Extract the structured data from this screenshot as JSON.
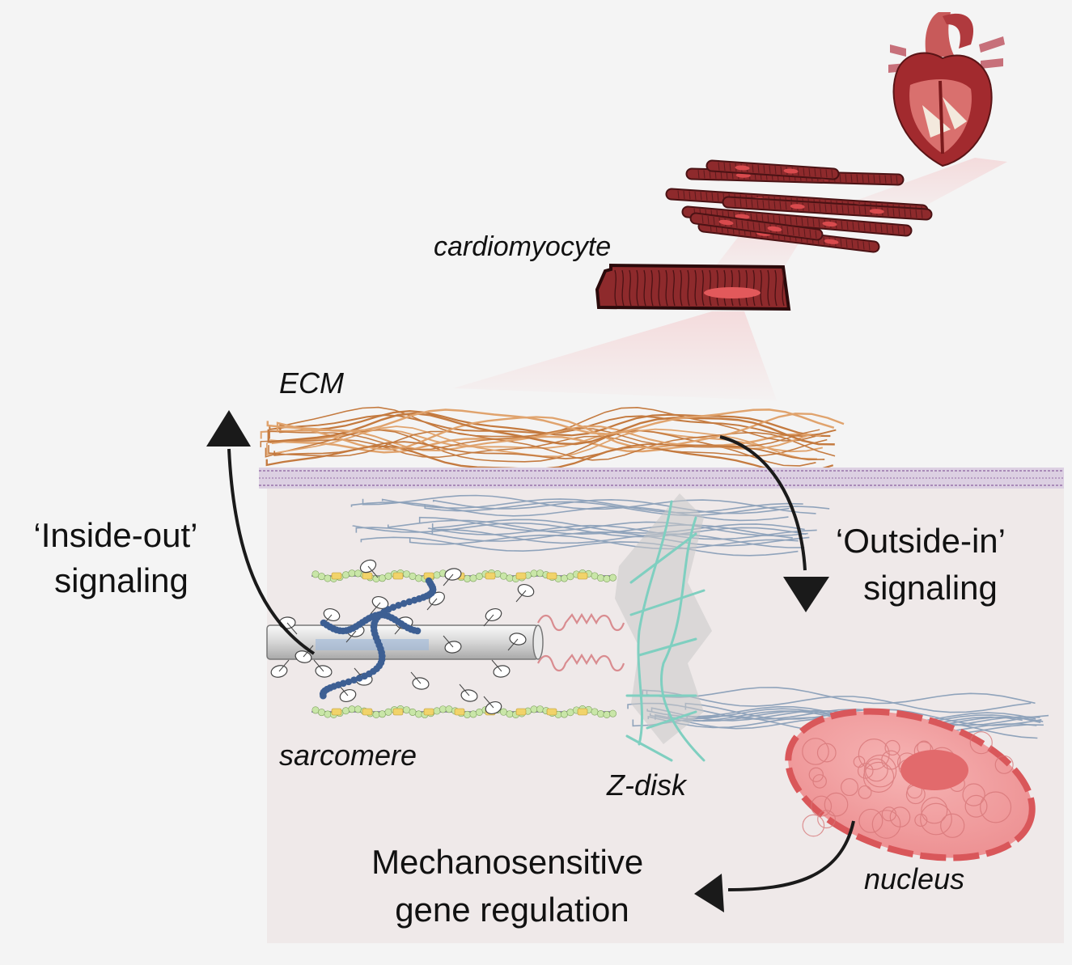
{
  "labels": {
    "cardiomyocyte": "cardiomyocyte",
    "ecm": "ECM",
    "inside_out": [
      "‘Inside-out’",
      "signaling"
    ],
    "outside_in": [
      "‘Outside-in’",
      "signaling"
    ],
    "sarcomere": "sarcomere",
    "z_disk": "Z-disk",
    "nucleus": "nucleus",
    "gene_regulation": [
      "Mechanosensitive",
      "gene regulation"
    ]
  },
  "colors": {
    "background": "#f4f4f4",
    "cell_interior": "#efe9e9",
    "muscle_red": "#8e2a2c",
    "muscle_dark": "#4a1214",
    "ecm_fiber": "#c9864a",
    "membrane": "#b999c6",
    "cytoskeleton": "#7f97b3",
    "zdisk_filament": "#7fcfc0",
    "zdisk_gray": "#c9c9c9",
    "nucleus_fill": "#f0a0a0",
    "nucleus_border": "#d9575a",
    "nucleolus": "#e26a6c",
    "titin_pink": "#d98c90",
    "myosin_blue": "#3d5f93",
    "actin_green": "#bfe0a0",
    "actin_yellow": "#f1d36a",
    "arrow": "#1a1a1a"
  },
  "icons": [
    "heart-icon",
    "muscle-tissue-icon",
    "cardiomyocyte-cell-icon",
    "ecm-fibers-icon",
    "cell-membrane-icon",
    "sarcomere-icon",
    "z-disk-icon",
    "nucleus-icon"
  ]
}
